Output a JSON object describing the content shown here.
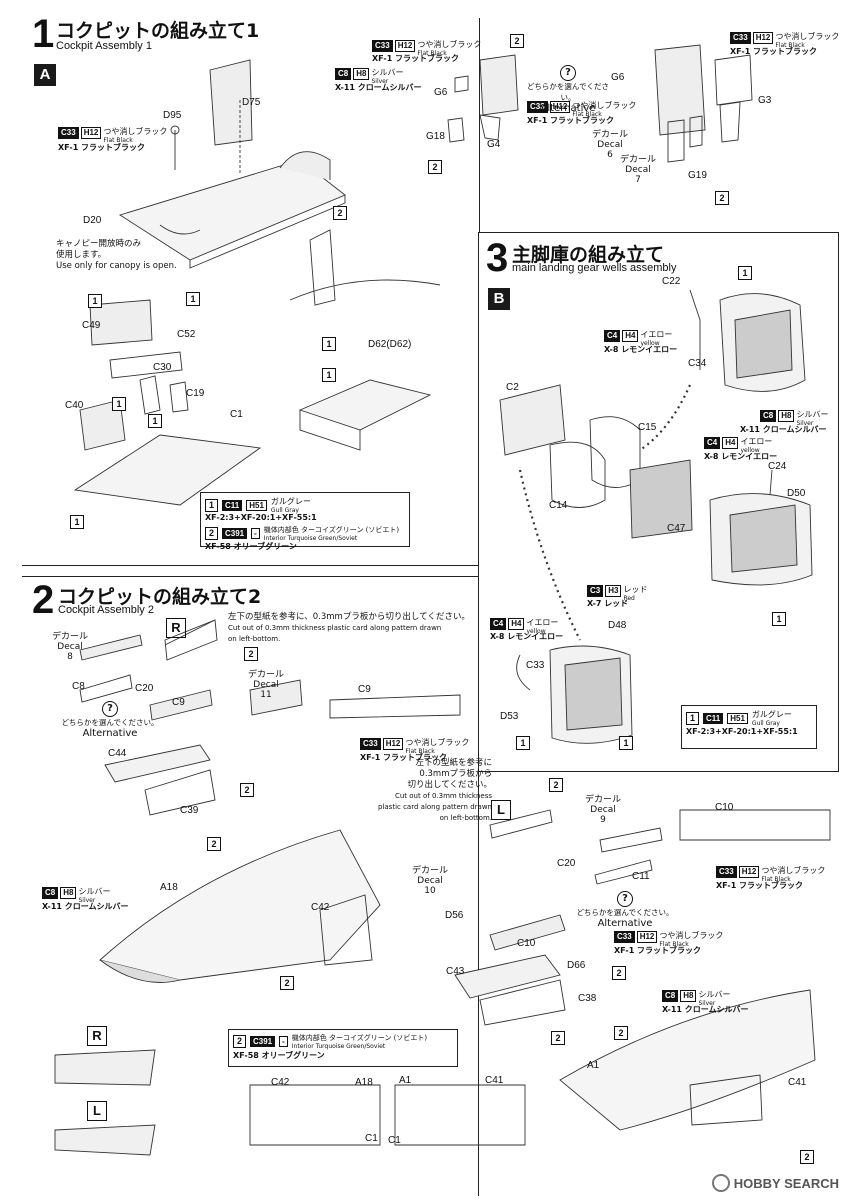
{
  "step1": {
    "number": "1",
    "title": "コクピットの組み立て1",
    "subtitle": "Cockpit Assembly 1",
    "section": "A",
    "note_canopy": [
      "キャノピー開放時のみ",
      "使用します。",
      "Use only for canopy is open."
    ]
  },
  "step2": {
    "number": "2",
    "title": "コクピットの組み立て2",
    "subtitle": "Cockpit Assembly 2",
    "note_card": [
      "左下の型紙を参考に、0.3mmプラ板から切り出してください。",
      "Cut out of 0.3mm thickness plastic card along pattern drawn",
      "on left-bottom."
    ],
    "note_card2": [
      "左下の型紙を参考に",
      "0.3mmプラ板から",
      "切り出してください。",
      "Cut out of 0.3mm thickness",
      "plastic card along pattern drawn",
      "on left-bottom."
    ]
  },
  "step3": {
    "number": "3",
    "title": "主脚庫の組み立て",
    "subtitle": "main landing gear wells assembly",
    "section": "B"
  },
  "alternative": {
    "jp": "どちらかを選んでください。",
    "en": "Alternative",
    "symbol": "?"
  },
  "paints": {
    "flat_black": {
      "code": "C33",
      "h": "H12",
      "jp": "つや消しブラック",
      "en": "Flat Black",
      "ref": "XF-1 フラットブラック"
    },
    "silver": {
      "code": "C8",
      "h": "H8",
      "jp": "シルバー",
      "en": "Silver",
      "ref": "X-11 クロームシルバー"
    },
    "yellow": {
      "code": "C4",
      "h": "H4",
      "jp": "イエロー",
      "en": "yellow",
      "ref": "X-8 レモンイエロー"
    },
    "red": {
      "code": "C3",
      "h": "H3",
      "jp": "レッド",
      "en": "Red",
      "ref": "X-7 レッド"
    }
  },
  "legend1": [
    {
      "num": "1",
      "code": "C11",
      "h": "H51",
      "jp": "ガルグレー",
      "en": "Gull Gray",
      "ref": "XF-2:3+XF-20:1+XF-55:1"
    },
    {
      "num": "2",
      "code": "C391",
      "h": "-",
      "jp": "機体内部色 ターコイズグリーン (ソビエト)",
      "en": "Interior Turquoise Green/Soviet",
      "ref": "XF-58 オリーブグリーン"
    }
  ],
  "legend3": {
    "num": "1",
    "code": "C11",
    "h": "H51",
    "jp": "ガルグレー",
    "en": "Gull Gray",
    "ref": "XF-2:3+XF-20:1+XF-55:1"
  },
  "legend2": {
    "num": "2",
    "code": "C391",
    "h": "-",
    "jp": "機体内部色 ターコイズグリーン (ソビエト)",
    "en": "Interior Turquoise Green/Soviet",
    "ref": "XF-58 オリーブグリーン"
  },
  "decals": {
    "d6": {
      "jp": "デカール",
      "en": "Decal",
      "num": "6"
    },
    "d7": {
      "jp": "デカール",
      "en": "Decal",
      "num": "7"
    },
    "d8": {
      "jp": "デカール",
      "en": "Decal",
      "num": "8"
    },
    "d9": {
      "jp": "デカール",
      "en": "Decal",
      "num": "9"
    },
    "d10": {
      "jp": "デカール",
      "en": "Decal",
      "num": "10"
    },
    "d11": {
      "jp": "デカール",
      "en": "Decal",
      "num": "11"
    }
  },
  "parts": {
    "s1": [
      "D95",
      "D75",
      "D20",
      "G6",
      "G6",
      "G18",
      "G4",
      "G3",
      "G19",
      "C49",
      "C52",
      "C30",
      "C19",
      "C40",
      "C1",
      "D62(D62)"
    ],
    "s3": [
      "C22",
      "C34",
      "C2",
      "C15",
      "C14",
      "C47",
      "C24",
      "D50",
      "D48",
      "C33",
      "D53"
    ],
    "s2": [
      "C8",
      "C20",
      "C9",
      "C44",
      "C39",
      "A18",
      "C42",
      "C9",
      "C10",
      "C20",
      "C11",
      "D56",
      "C10",
      "D66",
      "C43",
      "C38",
      "A1",
      "C41",
      "C42",
      "A18",
      "A1",
      "C41",
      "C1",
      "C1"
    ]
  },
  "pattern_labels": [
    "R",
    "L"
  ],
  "footer": {
    "brand": "HOBBY SEARCH"
  }
}
